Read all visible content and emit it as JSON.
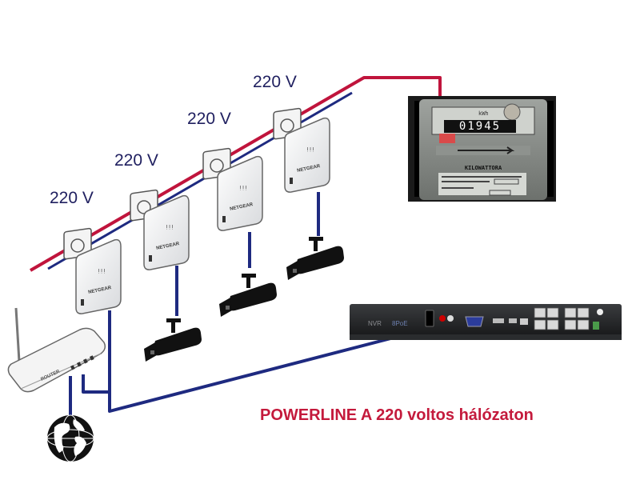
{
  "voltage_labels": [
    "220 V",
    "220 V",
    "220 V",
    "220 V"
  ],
  "caption": "POWERLINE A 220 voltos hálózaton",
  "adapter_brand": "NETGEAR",
  "meter": {
    "reading": "01945",
    "unit_label": "kWh",
    "title": "KILOWATTORA"
  },
  "nvr": {
    "label": "NVR",
    "poe_label": "8PoE"
  },
  "router_brand": "ROUTER",
  "colors": {
    "power_wire": "#c0143c",
    "network_cable": "#1e2a80",
    "caption": "#c41a3c",
    "voltage_text": "#202060"
  }
}
